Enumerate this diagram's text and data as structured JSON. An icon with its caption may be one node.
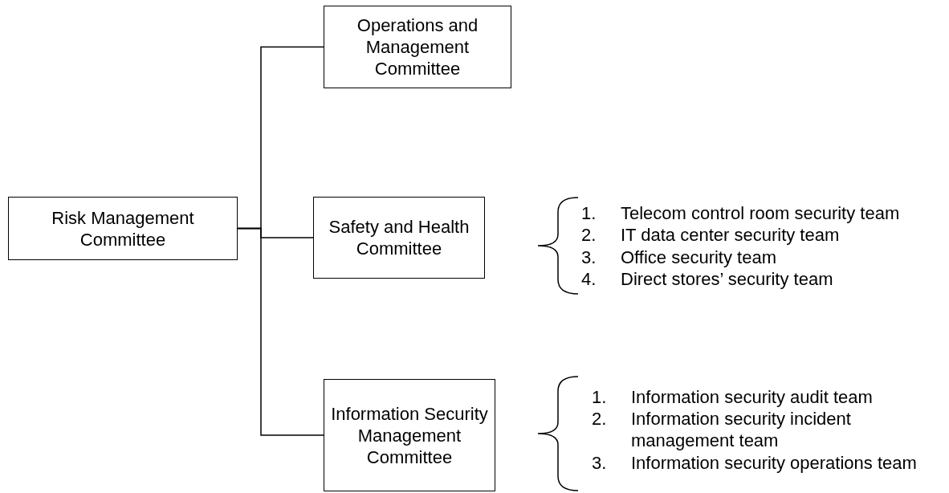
{
  "diagram": {
    "nodes": [
      {
        "text": [
          "Risk Management Committee"
        ]
      },
      {
        "text": [
          "Operations and Management Committee"
        ]
      },
      {
        "text": [
          "Safety and Health Committee"
        ]
      },
      {
        "text": [
          "Information Security Management Committee"
        ]
      }
    ],
    "edges": [
      {
        "from": 0,
        "to": 1,
        "arrow": "none"
      },
      {
        "from": 0,
        "to": 2,
        "arrow": "none"
      },
      {
        "from": 0,
        "to": 3,
        "arrow": "none"
      }
    ],
    "labels": [
      "1.",
      "Telecom control room security team",
      "2.",
      "IT data center security team",
      "3.",
      "Office security team",
      "4.",
      "Direct stores’ security team",
      "1.",
      "Information security audit team",
      "2.",
      "Information security incident management team",
      "3.",
      "Information security operations team"
    ]
  }
}
